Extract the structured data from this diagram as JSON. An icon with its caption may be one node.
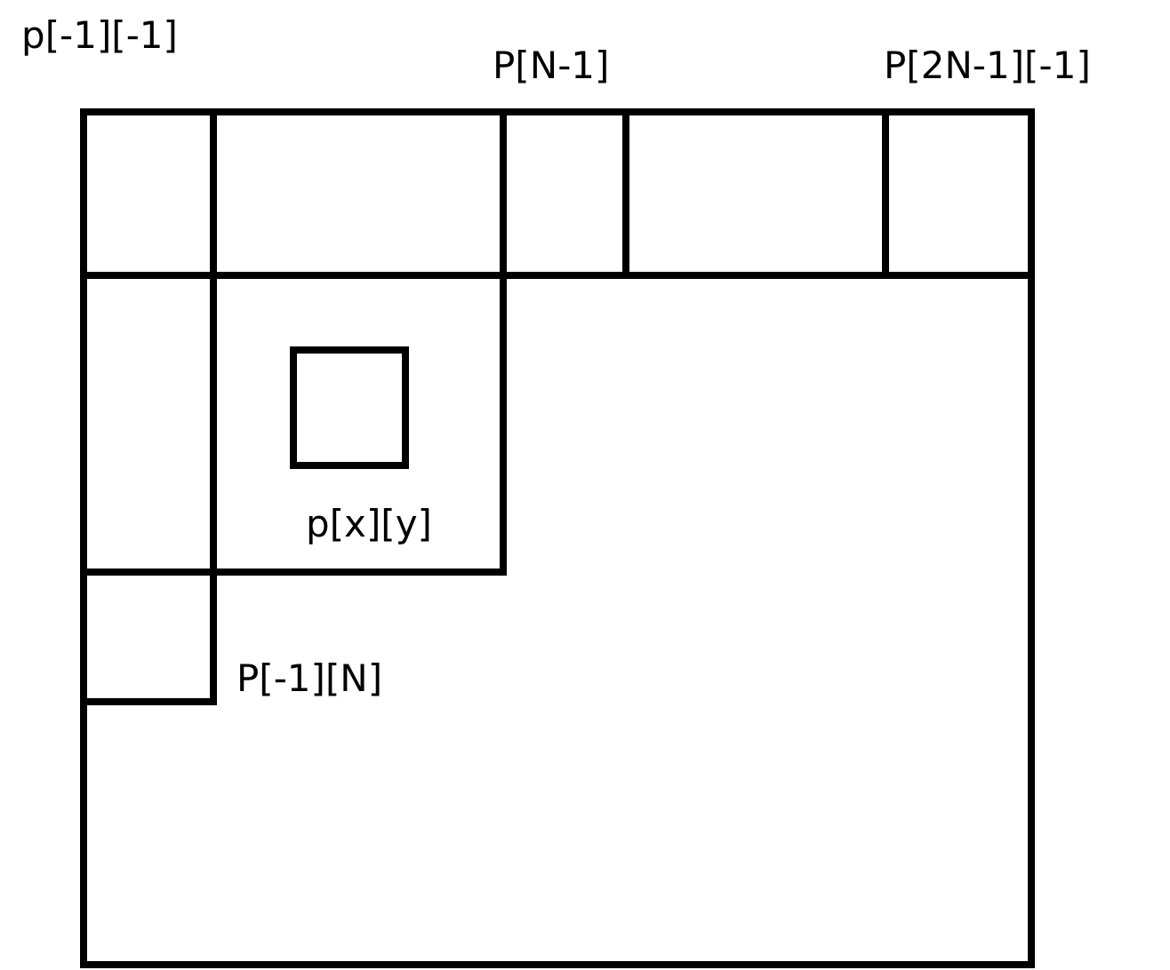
{
  "diagram": {
    "labels": [
      "p[-1][-1]",
      "P[N-1]",
      "P[2N-1][-1]",
      "p[x][y]",
      "P[-1][N]"
    ]
  }
}
